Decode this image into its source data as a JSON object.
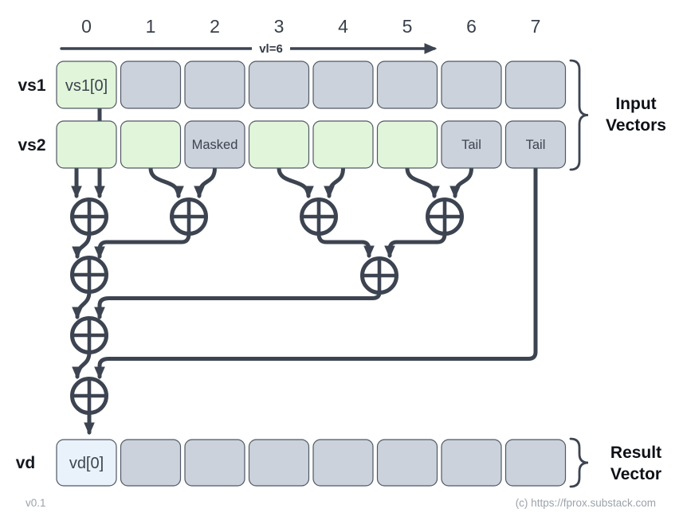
{
  "diagram": {
    "kind": "vector-reduction-tree",
    "operator_icon": "xor-circled-plus",
    "indices": [
      "0",
      "1",
      "2",
      "3",
      "4",
      "5",
      "6",
      "7"
    ],
    "vl_label": "vl=6",
    "rows": {
      "vs1": {
        "label": "vs1",
        "cells": [
          {
            "text": "vs1[0]",
            "state": "operand"
          },
          {
            "state": "unused"
          },
          {
            "state": "unused"
          },
          {
            "state": "unused"
          },
          {
            "state": "unused"
          },
          {
            "state": "unused"
          },
          {
            "state": "unused"
          },
          {
            "state": "unused"
          }
        ]
      },
      "vs2": {
        "label": "vs2",
        "cells": [
          {
            "state": "active"
          },
          {
            "state": "active"
          },
          {
            "text": "Masked",
            "state": "masked"
          },
          {
            "state": "active"
          },
          {
            "state": "active"
          },
          {
            "state": "active"
          },
          {
            "text": "Tail",
            "state": "tail"
          },
          {
            "text": "Tail",
            "state": "tail"
          }
        ]
      },
      "vd": {
        "label": "vd",
        "cells": [
          {
            "text": "vd[0]",
            "state": "result"
          },
          {
            "state": "unused"
          },
          {
            "state": "unused"
          },
          {
            "state": "unused"
          },
          {
            "state": "unused"
          },
          {
            "state": "unused"
          },
          {
            "state": "unused"
          },
          {
            "state": "unused"
          }
        ]
      }
    },
    "annotations": {
      "input_vectors": {
        "line1": "Input",
        "line2": "Vectors"
      },
      "result_vector": {
        "line1": "Result",
        "line2": "Vector"
      }
    },
    "footer": {
      "version": "v0.1",
      "copyright": "(c) https://fprox.substack.com"
    },
    "colors": {
      "active_green": "#e1f5da",
      "inactive_gray": "#cbd2db",
      "result_blue": "#e9f1fa",
      "wire_ink": "#3d4451",
      "label_black": "#14181f",
      "footer_gray": "#9ca3ab"
    }
  }
}
